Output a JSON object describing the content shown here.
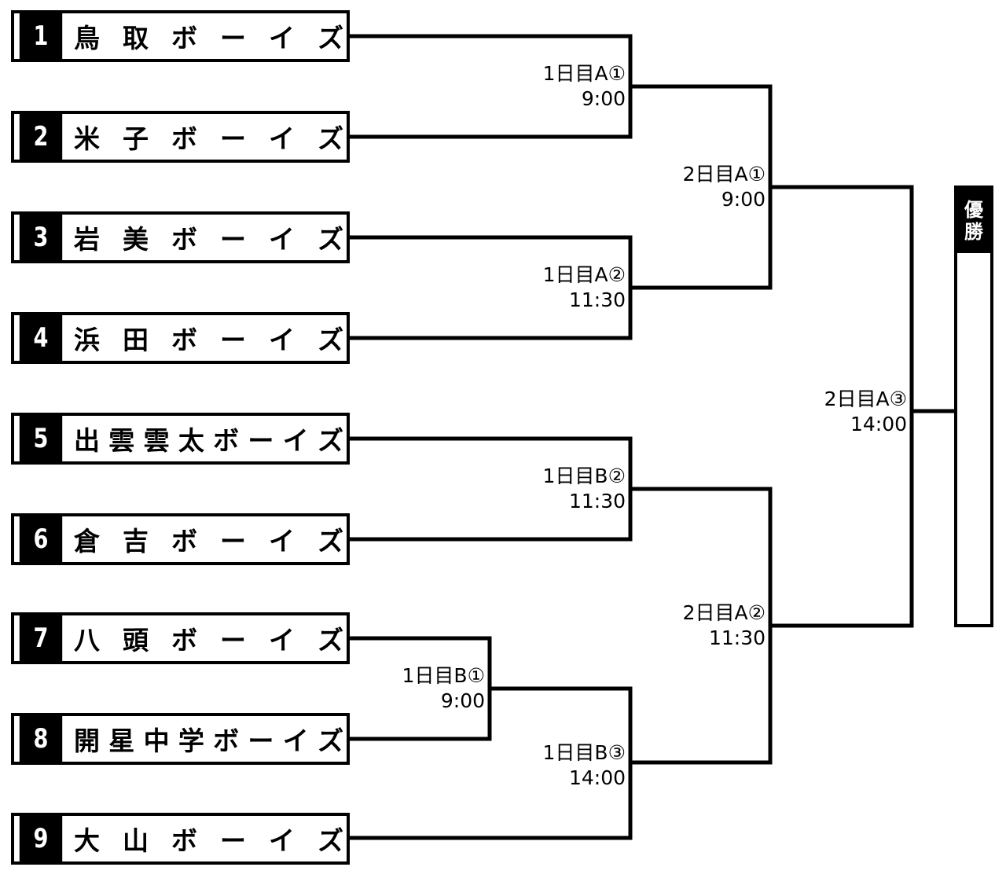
{
  "teams": [
    {
      "seed": "1",
      "chars": [
        "鳥",
        "取",
        "ボ",
        "ー",
        "イ",
        "ズ"
      ]
    },
    {
      "seed": "2",
      "chars": [
        "米",
        "子",
        "ボ",
        "ー",
        "イ",
        "ズ"
      ]
    },
    {
      "seed": "3",
      "chars": [
        "岩",
        "美",
        "ボ",
        "ー",
        "イ",
        "ズ"
      ]
    },
    {
      "seed": "4",
      "chars": [
        "浜",
        "田",
        "ボ",
        "ー",
        "イ",
        "ズ"
      ]
    },
    {
      "seed": "5",
      "chars": [
        "出",
        "雲",
        "雲",
        "太",
        "ボ",
        "ー",
        "イ",
        "ズ"
      ]
    },
    {
      "seed": "6",
      "chars": [
        "倉",
        "吉",
        "ボ",
        "ー",
        "イ",
        "ズ"
      ]
    },
    {
      "seed": "7",
      "chars": [
        "八",
        "頭",
        "ボ",
        "ー",
        "イ",
        "ズ"
      ]
    },
    {
      "seed": "8",
      "chars": [
        "開",
        "星",
        "中",
        "学",
        "ボ",
        "ー",
        "イ",
        "ズ"
      ]
    },
    {
      "seed": "9",
      "chars": [
        "大",
        "山",
        "ボ",
        "ー",
        "イ",
        "ズ"
      ]
    }
  ],
  "matches": [
    {
      "label": "1日目A①",
      "time": "9:00"
    },
    {
      "label": "1日目A②",
      "time": "11:30"
    },
    {
      "label": "1日目B②",
      "time": "11:30"
    },
    {
      "label": "1日目B①",
      "time": "9:00"
    },
    {
      "label": "1日目B③",
      "time": "14:00"
    },
    {
      "label": "2日目A①",
      "time": "9:00"
    },
    {
      "label": "2日目A②",
      "time": "11:30"
    },
    {
      "label": "2日目A③",
      "time": "14:00"
    }
  ],
  "champion": {
    "chars": [
      "優",
      "勝"
    ]
  }
}
